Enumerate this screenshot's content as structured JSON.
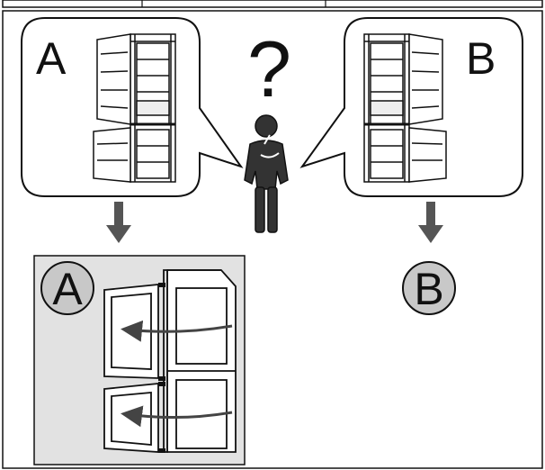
{
  "option_a": {
    "label": "A",
    "badge": "A"
  },
  "option_b": {
    "label": "B",
    "badge": "B"
  },
  "question_mark": "?",
  "colors": {
    "outline": "#111111",
    "person": "#333333",
    "arrow": "#555555",
    "panel": "#e2e2e2",
    "badge": "#c8c8c8",
    "door_arrow": "#444444"
  }
}
